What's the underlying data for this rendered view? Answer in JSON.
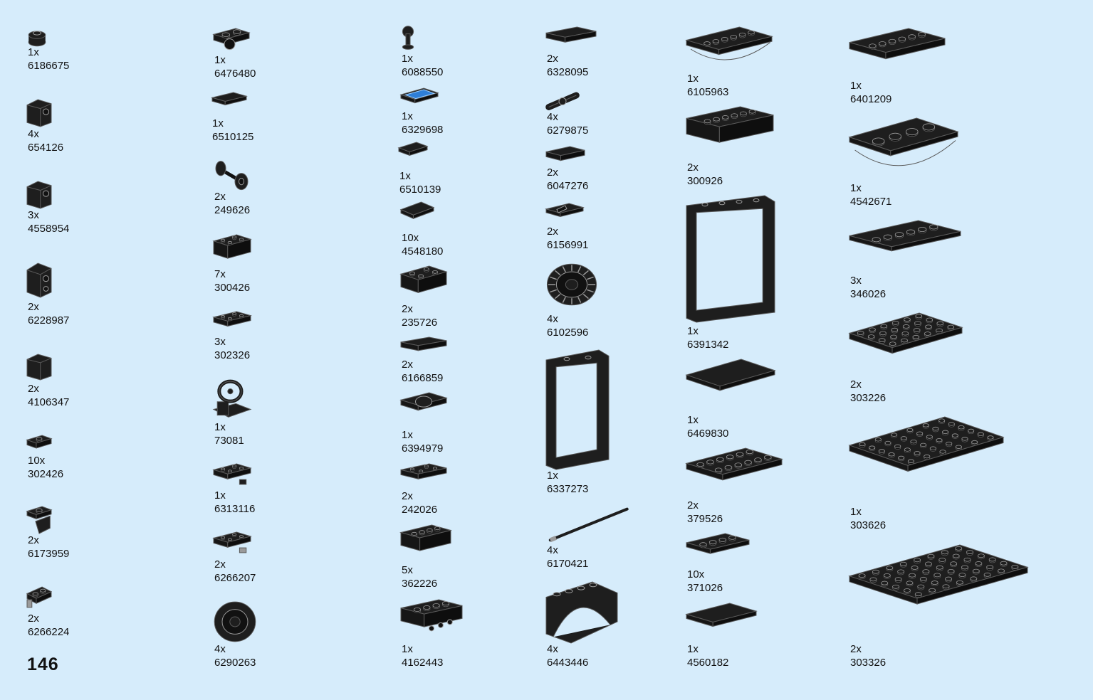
{
  "page_number": "146",
  "colors": {
    "background": "#d6ecfb",
    "part_fill": "#1e1e1e",
    "part_stroke": "#5a5a5a",
    "part_highlight": "#9a9a9a",
    "tile_print": "#2f7fd8"
  },
  "parts": [
    {
      "qty": "1x",
      "id": "6186675",
      "icon": "round-brick-icon"
    },
    {
      "qty": "4x",
      "id": "654126",
      "icon": "brick-with-hole-icon"
    },
    {
      "qty": "3x",
      "id": "4558954",
      "icon": "brick-with-hole-icon"
    },
    {
      "qty": "2x",
      "id": "6228987",
      "icon": "tall-brick-with-holes-icon"
    },
    {
      "qty": "2x",
      "id": "4106347",
      "icon": "corner-brick-icon"
    },
    {
      "qty": "10x",
      "id": "302426",
      "icon": "small-plate-icon"
    },
    {
      "qty": "2x",
      "id": "6173959",
      "icon": "bracket-icon"
    },
    {
      "qty": "2x",
      "id": "6266224",
      "icon": "plate-with-clip-icon"
    },
    {
      "qty": "1x",
      "id": "6476480",
      "icon": "camera-piece-icon"
    },
    {
      "qty": "1x",
      "id": "6510125",
      "icon": "wedge-tile-icon"
    },
    {
      "qty": "2x",
      "id": "249626",
      "icon": "axle-with-wheels-icon"
    },
    {
      "qty": "7x",
      "id": "300426",
      "icon": "brick-2x2-icon"
    },
    {
      "qty": "3x",
      "id": "302326",
      "icon": "plate-2x2-icon"
    },
    {
      "qty": "1x",
      "id": "73081",
      "icon": "steering-wheel-icon"
    },
    {
      "qty": "1x",
      "id": "6313116",
      "icon": "plate-with-handle-icon"
    },
    {
      "qty": "2x",
      "id": "6266207",
      "icon": "plate-with-pin-icon"
    },
    {
      "qty": "4x",
      "id": "6290263",
      "icon": "wheel-rim-icon"
    },
    {
      "qty": "1x",
      "id": "6088550",
      "icon": "lever-icon"
    },
    {
      "qty": "1x",
      "id": "6329698",
      "icon": "printed-tile-icon"
    },
    {
      "qty": "1x",
      "id": "6510139",
      "icon": "small-wedge-icon"
    },
    {
      "qty": "10x",
      "id": "4548180",
      "icon": "slope-tile-icon"
    },
    {
      "qty": "2x",
      "id": "235726",
      "icon": "corner-brick-2x2-icon"
    },
    {
      "qty": "2x",
      "id": "6166859",
      "icon": "curved-tile-icon"
    },
    {
      "qty": "1x",
      "id": "6394979",
      "icon": "plate-with-dome-icon"
    },
    {
      "qty": "2x",
      "id": "242026",
      "icon": "corner-plate-icon"
    },
    {
      "qty": "5x",
      "id": "362226",
      "icon": "brick-1x4-icon"
    },
    {
      "qty": "1x",
      "id": "4162443",
      "icon": "technic-brick-icon"
    },
    {
      "qty": "2x",
      "id": "6328095",
      "icon": "slope-curved-icon"
    },
    {
      "qty": "4x",
      "id": "6279875",
      "icon": "connector-pin-icon"
    },
    {
      "qty": "2x",
      "id": "6047276",
      "icon": "curved-slope-icon"
    },
    {
      "qty": "2x",
      "id": "6156991",
      "icon": "grille-tile-icon"
    },
    {
      "qty": "4x",
      "id": "6102596",
      "icon": "tire-icon"
    },
    {
      "qty": "1x",
      "id": "6337273",
      "icon": "door-frame-icon"
    },
    {
      "qty": "4x",
      "id": "6170421",
      "icon": "bar-icon"
    },
    {
      "qty": "4x",
      "id": "6443446",
      "icon": "arch-brick-icon"
    },
    {
      "qty": "1x",
      "id": "6105963",
      "icon": "half-round-plate-icon"
    },
    {
      "qty": "2x",
      "id": "300926",
      "icon": "brick-1x6-icon"
    },
    {
      "qty": "1x",
      "id": "6391342",
      "icon": "window-frame-icon"
    },
    {
      "qty": "1x",
      "id": "6469830",
      "icon": "tile-4x4-icon"
    },
    {
      "qty": "2x",
      "id": "379526",
      "icon": "plate-2x6-icon"
    },
    {
      "qty": "10x",
      "id": "371026",
      "icon": "plate-1x4-icon"
    },
    {
      "qty": "1x",
      "id": "4560182",
      "icon": "tile-2x4-icon"
    },
    {
      "qty": "1x",
      "id": "6401209",
      "icon": "technic-plate-icon"
    },
    {
      "qty": "1x",
      "id": "4542671",
      "icon": "curved-wedge-plate-icon"
    },
    {
      "qty": "3x",
      "id": "346026",
      "icon": "plate-1x6-icon"
    },
    {
      "qty": "2x",
      "id": "303226",
      "icon": "plate-4x6-icon"
    },
    {
      "qty": "1x",
      "id": "303626",
      "icon": "plate-6x6-icon"
    },
    {
      "qty": "2x",
      "id": "303326",
      "icon": "plate-6x8-icon"
    }
  ]
}
